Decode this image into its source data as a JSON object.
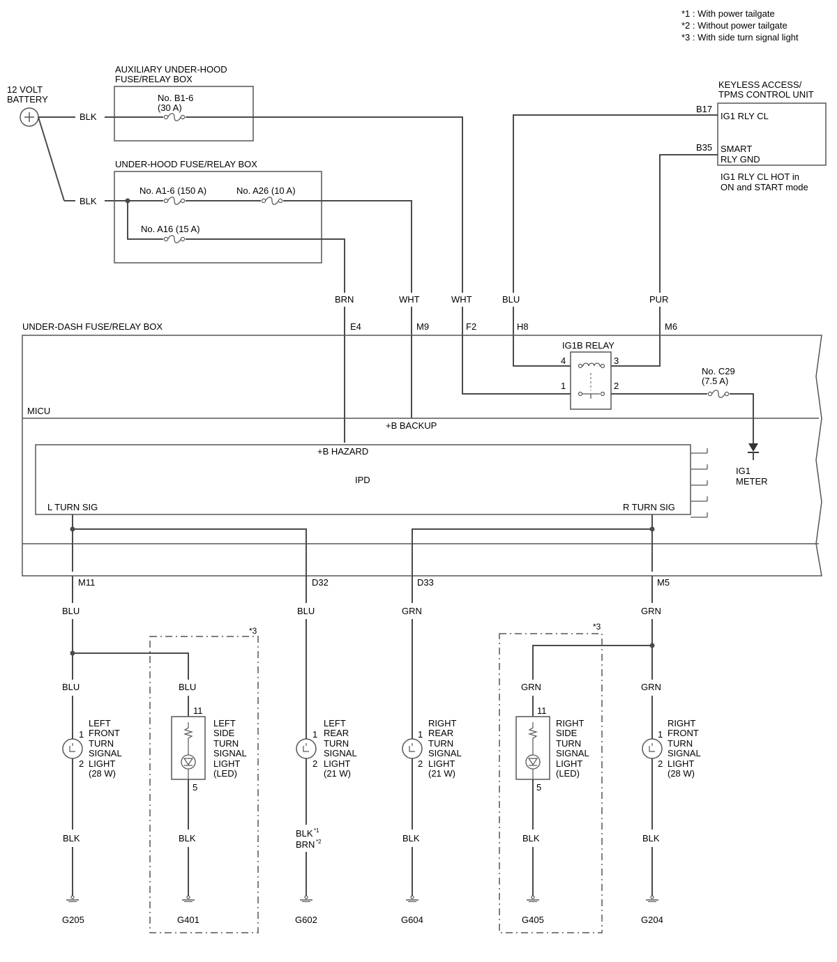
{
  "notes": [
    "*1 : With power tailgate",
    "*2 : Without power tailgate",
    "*3 : With side turn signal light"
  ],
  "battery": {
    "line1": "12 VOLT",
    "line2": "BATTERY"
  },
  "aux_box": {
    "title1": "AUXILIARY UNDER-HOOD",
    "title2": "FUSE/RELAY BOX",
    "fuse_b1_6": {
      "name": "No. B1-6",
      "rating": "(30 A)"
    }
  },
  "uh_box": {
    "title": "UNDER-HOOD FUSE/RELAY BOX",
    "fuse_a1_6": "No. A1-6 (150 A)",
    "fuse_a26": "No. A26 (10 A)",
    "fuse_a16": "No. A16 (15 A)"
  },
  "keyless": {
    "title1": "KEYLESS ACCESS/",
    "title2": "TPMS CONTROL UNIT",
    "pin_b17": "B17",
    "pin_b35": "B35",
    "ig1_rly_cl": "IG1 RLY CL",
    "smart": "SMART",
    "rly_gnd": "RLY GND",
    "note1": "IG1 RLY CL HOT in",
    "note2": "ON and START mode"
  },
  "wires": {
    "blk": "BLK",
    "brn": "BRN",
    "wht": "WHT",
    "blu": "BLU",
    "pur": "PUR",
    "grn": "GRN",
    "brn2": "BRN"
  },
  "terminals": {
    "e4": "E4",
    "m9": "M9",
    "f2": "F2",
    "h8": "H8",
    "m6": "M6",
    "m11": "M11",
    "d32": "D32",
    "d33": "D33",
    "m5": "M5"
  },
  "sup": {
    "s1": "*1",
    "s2": "*2",
    "s3": "*3"
  },
  "dash_box": {
    "title": "UNDER-DASH FUSE/RELAY BOX",
    "micu": "MICU"
  },
  "relay": {
    "title": "IG1B RELAY",
    "p4": "4",
    "p3": "3",
    "p1": "1",
    "p2": "2"
  },
  "fuse_c29": {
    "name": "No. C29",
    "rating": "(7.5 A)"
  },
  "ig1_meter": {
    "line1": "IG1",
    "line2": "METER"
  },
  "micu_labels": {
    "backup": "+B BACKUP",
    "hazard": "+B HAZARD",
    "ipd": "IPD",
    "lturn": "L TURN SIG",
    "rturn": "R TURN SIG"
  },
  "pins": {
    "one": "1",
    "two": "2",
    "eleven": "11",
    "five": "5"
  },
  "lights": {
    "lf": [
      "LEFT",
      "FRONT",
      "TURN",
      "SIGNAL",
      "LIGHT",
      "(28 W)"
    ],
    "ls": [
      "LEFT",
      "SIDE",
      "TURN",
      "SIGNAL",
      "LIGHT",
      "(LED)"
    ],
    "lr": [
      "LEFT",
      "REAR",
      "TURN",
      "SIGNAL",
      "LIGHT",
      "(21 W)"
    ],
    "rr": [
      "RIGHT",
      "REAR",
      "TURN",
      "SIGNAL",
      "LIGHT",
      "(21 W)"
    ],
    "rs": [
      "RIGHT",
      "SIDE",
      "TURN",
      "SIGNAL",
      "LIGHT",
      "(LED)"
    ],
    "rf": [
      "RIGHT",
      "FRONT",
      "TURN",
      "SIGNAL",
      "LIGHT",
      "(28 W)"
    ]
  },
  "grounds": {
    "g205": "G205",
    "g401": "G401",
    "g602": "G602",
    "g604": "G604",
    "g405": "G405",
    "g204": "G204"
  }
}
